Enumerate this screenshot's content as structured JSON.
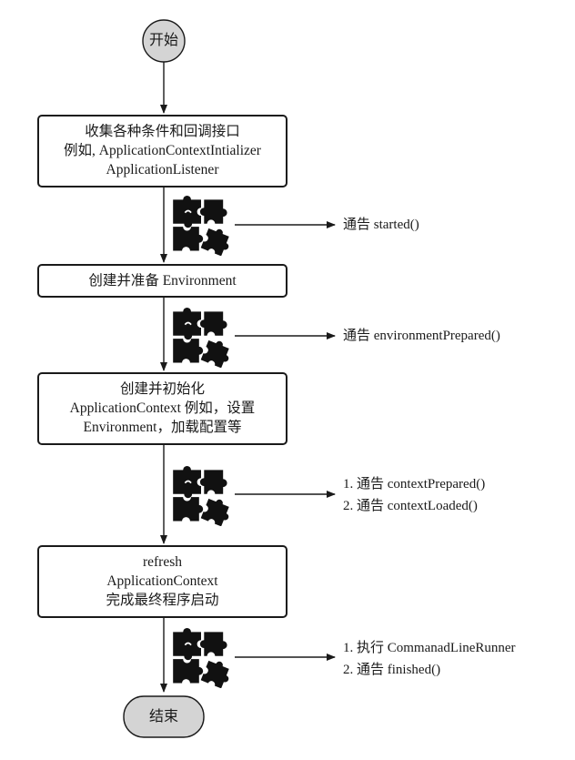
{
  "start": "开始",
  "end": "结束",
  "steps": [
    {
      "lines": [
        "收集各种条件和回调接口",
        "例如, ApplicationContextIntializer",
        "ApplicationListener"
      ]
    },
    {
      "lines": [
        "创建并准备 Environment"
      ]
    },
    {
      "lines": [
        "创建并初始化",
        "ApplicationContext 例如，设置",
        "Environment，加载配置等"
      ]
    },
    {
      "lines": [
        "refresh",
        "ApplicationContext",
        "完成最终程序启动"
      ]
    }
  ],
  "notifications": [
    {
      "lines": [
        "通告 started()"
      ]
    },
    {
      "lines": [
        "通告 environmentPrepared()"
      ]
    },
    {
      "lines": [
        "1. 通告 contextPrepared()",
        "2. 通告 contextLoaded()"
      ]
    },
    {
      "lines": [
        "1. 执行 CommanadLineRunner",
        "2. 通告 finished()"
      ]
    }
  ],
  "icons": [
    "puzzle-icon",
    "puzzle-icon",
    "puzzle-icon",
    "puzzle-icon"
  ],
  "colors": {
    "stroke": "#1a1a1a",
    "terminal_fill": "#d4d4d4",
    "box_fill": "#ffffff",
    "puzzle": "#111111"
  }
}
